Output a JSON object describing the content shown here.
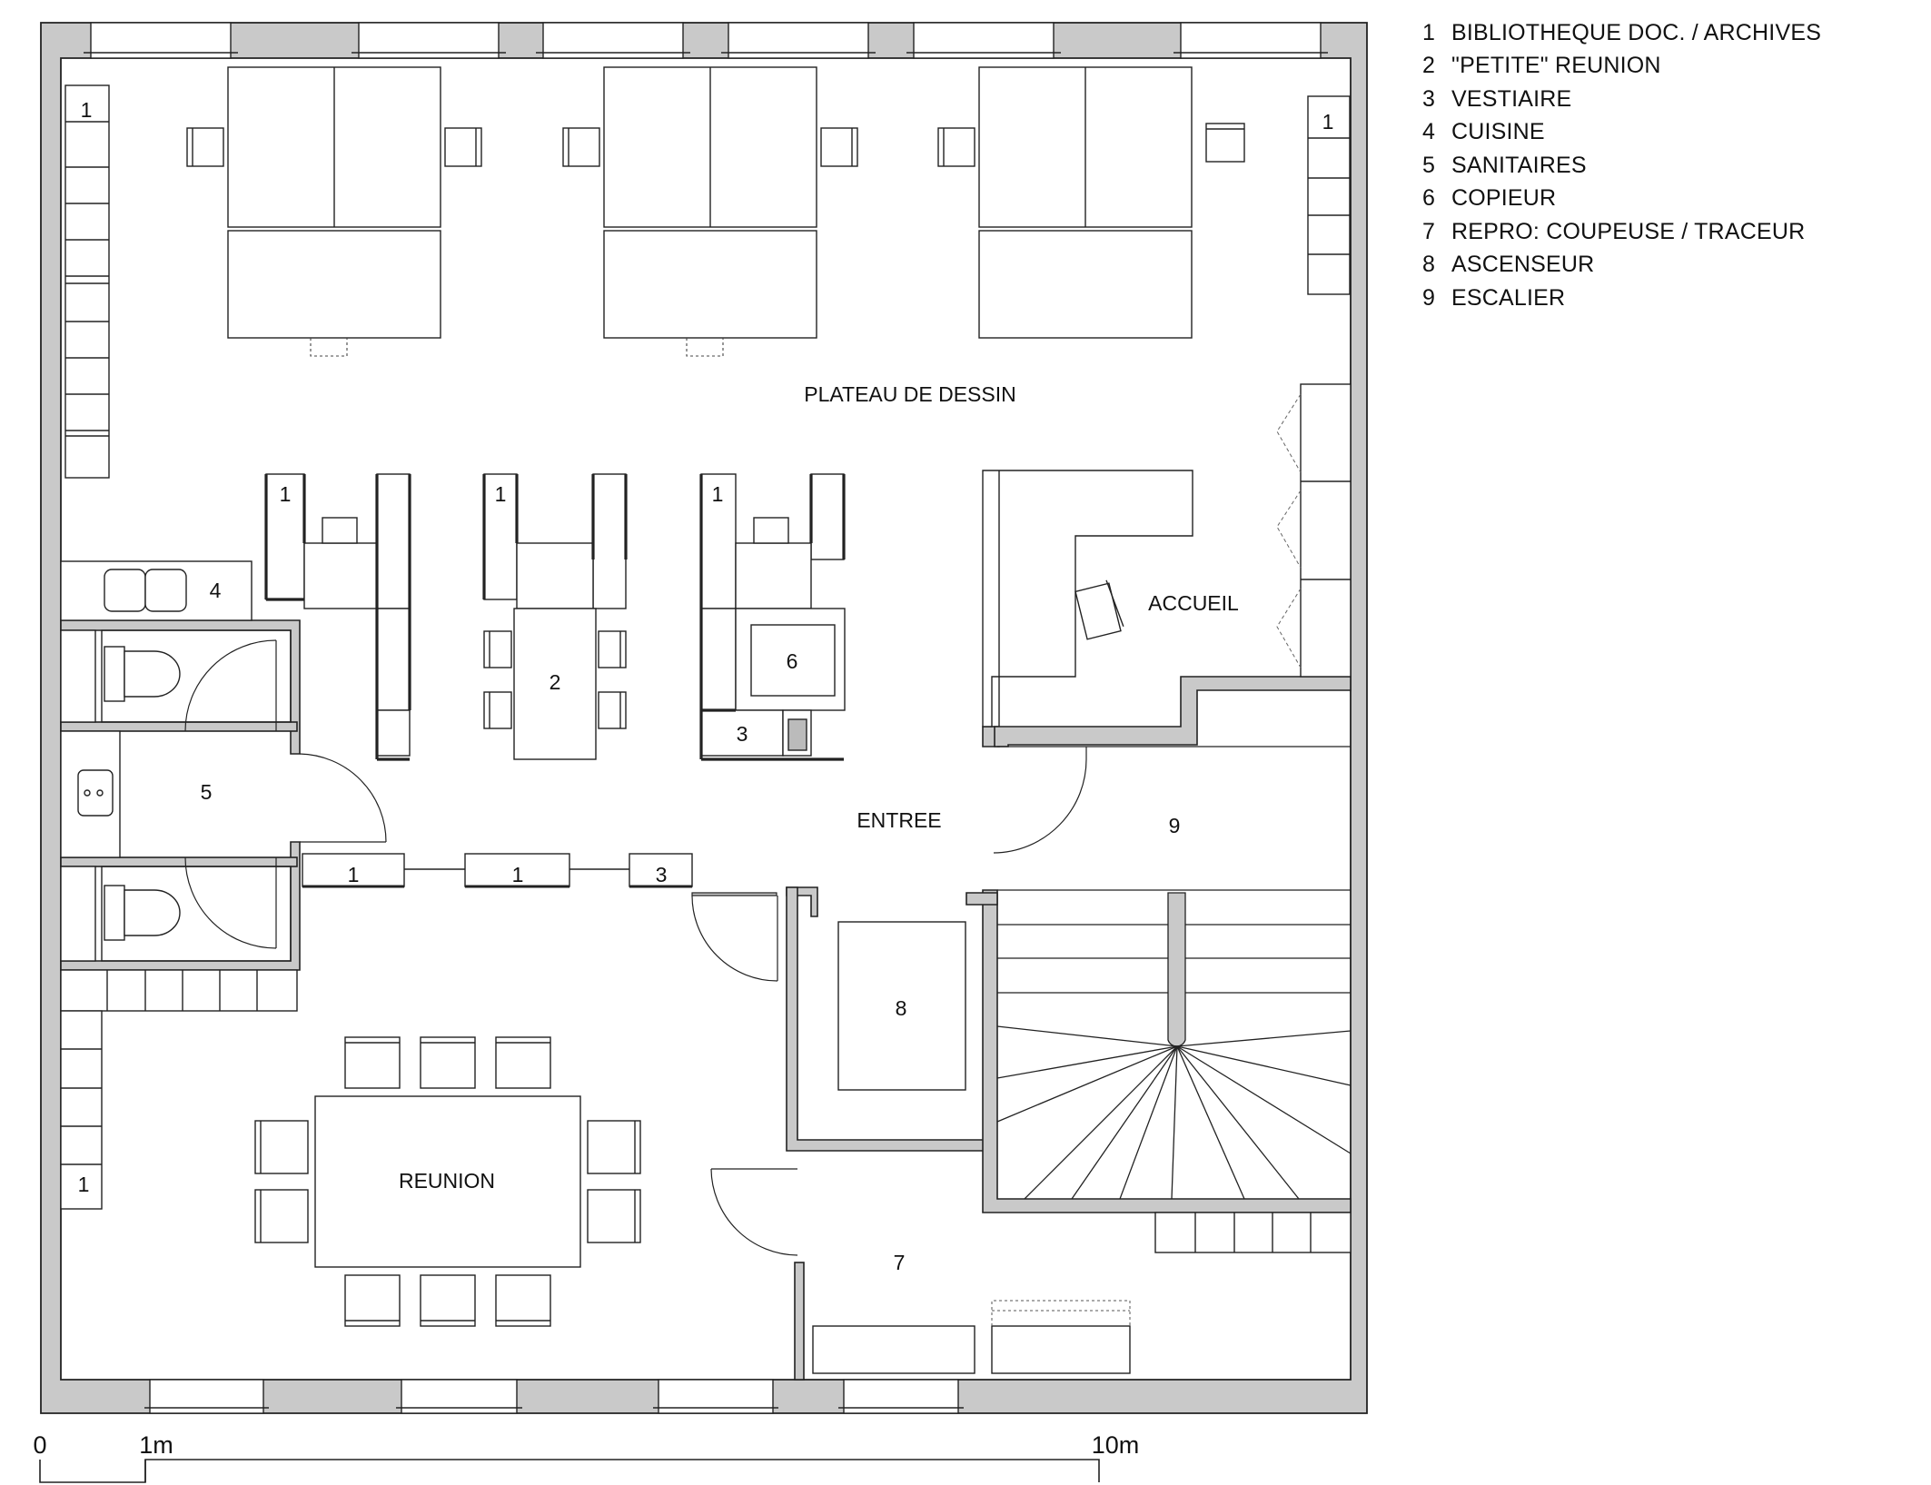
{
  "legend": [
    {
      "num": "1",
      "text": "BIBLIOTHEQUE DOC. / ARCHIVES"
    },
    {
      "num": "2",
      "text": "\"PETITE\" REUNION"
    },
    {
      "num": "3",
      "text": "VESTIAIRE"
    },
    {
      "num": "4",
      "text": "CUISINE"
    },
    {
      "num": "5",
      "text": "SANITAIRES"
    },
    {
      "num": "6",
      "text": "COPIEUR"
    },
    {
      "num": "7",
      "text": "REPRO: COUPEUSE / TRACEUR"
    },
    {
      "num": "8",
      "text": "ASCENSEUR"
    },
    {
      "num": "9",
      "text": "ESCALIER"
    }
  ],
  "rooms": {
    "plateau": "PLATEAU DE DESSIN",
    "accueil": "ACCUEIL",
    "entree": "ENTREE",
    "reunion": "REUNION"
  },
  "tags": {
    "one": "1",
    "two": "2",
    "three": "3",
    "four": "4",
    "five": "5",
    "six": "6",
    "seven": "7",
    "eight": "8",
    "nine": "9"
  },
  "scale": {
    "zero": "0",
    "one_m": "1m",
    "ten_m": "10m"
  },
  "colors": {
    "wall_fill": "#c9c9c9",
    "line": "#222222"
  }
}
